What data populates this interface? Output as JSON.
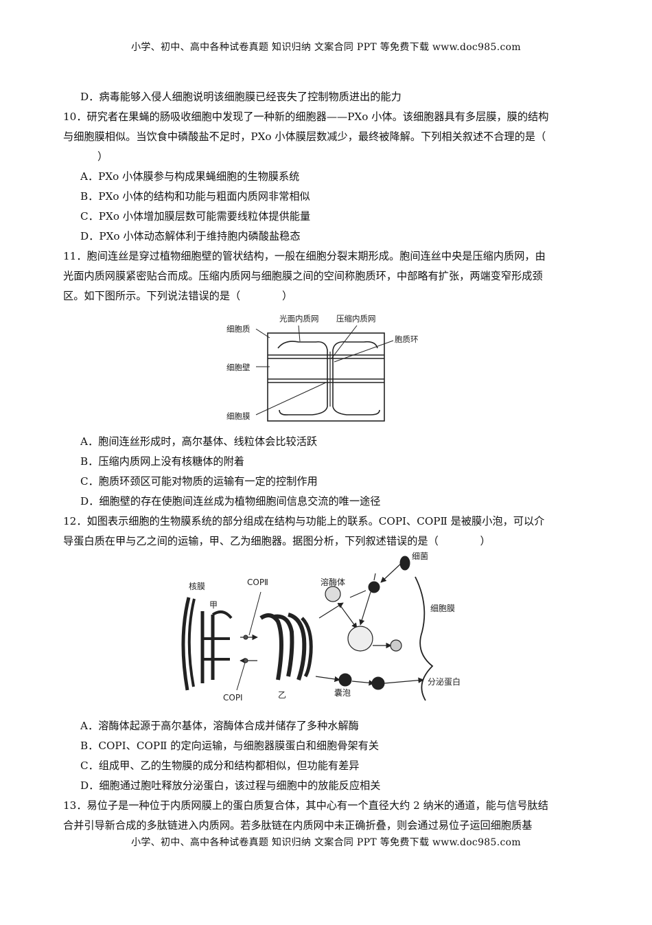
{
  "header": "小学、初中、高中各种试卷真题 知识归纳 文案合同 PPT 等免费下载 www.doc985.com",
  "footer": "小学、初中、高中各种试卷真题 知识归纳 文案合同 PPT 等免费下载 www.doc985.com",
  "q9": {
    "optD": "D．病毒能够入侵人细胞说明该细胞膜已经丧失了控制物质进出的能力"
  },
  "q10": {
    "stem": [
      "10．研究者在果蝇的肠吸收细胞中发现了一种新的细胞器——PXo 小体。该细胞器具有多层膜，膜的结构",
      "与细胞膜相似。当饮食中磷酸盐不足时，PXo 小体膜层数减少，最终被降解。下列相关叙述不合理的是（",
      "）"
    ],
    "options": [
      "A．PXo 小体膜参与构成果蝇细胞的生物膜系统",
      "B．PXo 小体的结构和功能与粗面内质网非常相似",
      "C．PXo 小体增加膜层数可能需要线粒体提供能量",
      "D．PXo 小体动态解体利于维持胞内磷酸盐稳态"
    ]
  },
  "q11": {
    "stem": [
      "11．胞间连丝是穿过植物细胞壁的管状结构，一般在细胞分裂末期形成。胞间连丝中央是压缩内质网，由",
      "光面内质网膜紧密贴合而成。压缩内质网与细胞膜之间的空间称胞质环，中部略有扩张，两端变窄形成颈",
      "区。如下图所示。下列说法错误的是（　　　　）"
    ],
    "figure_labels": {
      "smooth_er": "光面内质网",
      "compressed_er": "压缩内质网",
      "cytoplasm": "细胞质",
      "cytoplasmic_sleeve": "胞质环",
      "cell_wall": "细胞壁",
      "cell_membrane": "细胞膜"
    },
    "options": [
      "A．胞间连丝形成时，高尔基体、线粒体会比较活跃",
      "B．压缩内质网上没有核糖体的附着",
      "C．胞质环颈区可能对物质的运输有一定的控制作用",
      "D．细胞壁的存在使胞间连丝成为植物细胞间信息交流的唯一途径"
    ]
  },
  "q12": {
    "stem": [
      "12．如图表示细胞的生物膜系统的部分组成在结构与功能上的联系。COPⅠ、COPⅡ 是被膜小泡，可以介",
      "导蛋白质在甲与乙之间的运输，甲、乙为细胞器。据图分析，下列叙述错误的是（　　　　）"
    ],
    "figure_labels": {
      "bacteria": "细菌",
      "nuclear_membrane": "核膜",
      "copii": "COPⅡ",
      "lysosome": "溶酶体",
      "jia": "甲",
      "cell_membrane": "细胞膜",
      "copi": "COPⅠ",
      "yi": "乙",
      "vesicle": "囊泡",
      "secreted_protein": "分泌蛋白"
    },
    "options": [
      "A．溶酶体起源于高尔基体，溶酶体合成并储存了多种水解酶",
      "B．COPⅠ、COPⅡ 的定向运输，与细胞器膜蛋白和细胞骨架有关",
      "C．组成甲、乙的生物膜的成分和结构都相似，但功能有差异",
      "D．细胞通过胞吐释放分泌蛋白，该过程与细胞中的放能反应相关"
    ]
  },
  "q13": {
    "stem": [
      "13．易位子是一种位于内质网膜上的蛋白质复合体，其中心有一个直径大约 2 纳米的通道，能与信号肽结",
      "合并引导新合成的多肽链进入内质网。若多肽链在内质网中未正确折叠，则会通过易位子运回细胞质基"
    ]
  }
}
